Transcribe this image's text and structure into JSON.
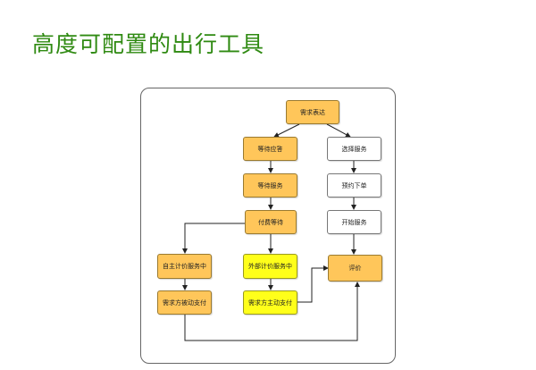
{
  "title": "高度可配置的出行工具",
  "flowchart": {
    "nodes": {
      "demand": "需求表达",
      "wait_accept": "等待应答",
      "choose_service": "选择服务",
      "wait_service": "等待服务",
      "reserve_order": "预约下单",
      "pay_wait": "付费等待",
      "start_service": "开始服务",
      "self_pricing": "自主计价服务中",
      "external_pricing": "外部计价服务中",
      "evaluate": "评价",
      "passive_pay": "需求方被动支付",
      "active_pay": "需求方主动支付"
    },
    "colors": {
      "orange": "#ffc65a",
      "yellow": "#ffff1a",
      "white": "#ffffff",
      "title_green": "#2f8a12"
    }
  }
}
